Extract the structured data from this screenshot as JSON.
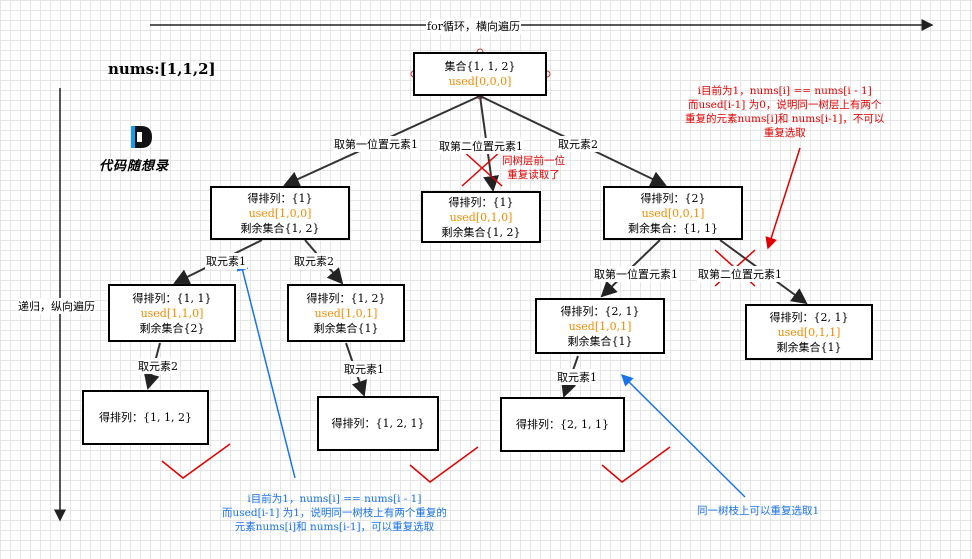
{
  "header": {
    "for_loop_label": "for循环，横向遍历",
    "recursion_label": "递归，纵向遍历",
    "nums_title": "nums:[1,1,2]",
    "logo_text": "代码随想录"
  },
  "nodes": {
    "root": {
      "line1": "集合{1, 1, 2}",
      "line2": "used[0,0,0]"
    },
    "l1a": {
      "line1": "得排列：{1}",
      "line2": "used[1,0,0]",
      "line3": "剩余集合{1, 2}"
    },
    "l1b": {
      "line1": "得排列：{1}",
      "line2": "used[0,1,0]",
      "line3": "剩余集合{1, 2}"
    },
    "l1c": {
      "line1": "得排列：{2}",
      "line2": "used[0,0,1]",
      "line3": "剩余集合：{1, 1}"
    },
    "l2a": {
      "line1": "得排列：{1, 1}",
      "line2": "used[1,1,0]",
      "line3": "剩余集合{2}"
    },
    "l2b": {
      "line1": "得排列：{1, 2}",
      "line2": "used[1,0,1]",
      "line3": "剩余集合{1}"
    },
    "l2c": {
      "line1": "得排列：{2, 1}",
      "line2": "used[1,0,1]",
      "line3": "剩余集合{1}"
    },
    "l2d": {
      "line1": "得排列：{2, 1}",
      "line2": "used[0,1,1]",
      "line3": "剩余集合{1}"
    },
    "l3a": {
      "label": "得排列：",
      "value": "{1, 1, 2}"
    },
    "l3b": {
      "label": "得排列：",
      "value": "{1, 2, 1}"
    },
    "l3c": {
      "label": "得排列：",
      "value": "{2, 1, 1}"
    }
  },
  "edges": {
    "root_l1a": "取第一位置元素1",
    "root_l1b": "取第二位置元素1",
    "root_l1c": "取元素2",
    "l1a_l2a": "取元素1",
    "l1a_l2b": "取元素2",
    "l1c_l2c": "取第一位置元素1",
    "l1c_l2d": "取第二位置元素1",
    "l2a_l3a": "取元素2",
    "l2b_l3b": "取元素1",
    "l2c_l3c": "取元素1"
  },
  "annotations": {
    "same_layer": "同树层前一位\n重复读取了",
    "red_note": "i目前为1，nums[i] == nums[i - 1]\n而used[i-1] 为0，说明同一树层上有两个\n重复的元素nums[i]和 nums[i-1]，不可以\n重复选取",
    "blue_note": "i目前为1，nums[i] == nums[i - 1]\n而used[i-1] 为1，说明同一树枝上有两个重复的\n元素nums[i]和 nums[i-1]，可以重复选取",
    "blue_note2": "同一树枝上可以重复选取1"
  },
  "colors": {
    "red": "#e00000",
    "blue": "#1a73e8",
    "orange": "#f08c00"
  }
}
